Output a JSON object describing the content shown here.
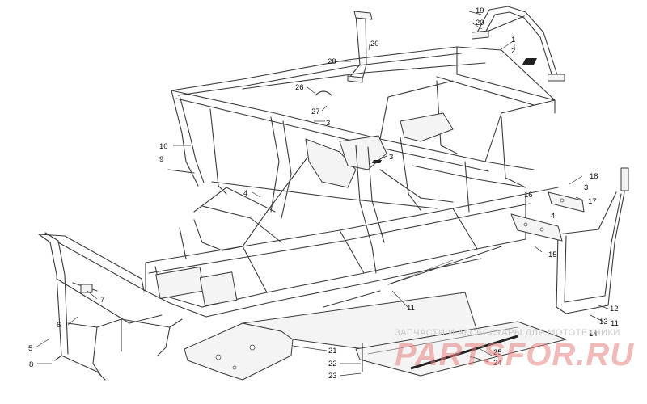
{
  "diagram": {
    "callouts": [
      {
        "num": "1"
      },
      {
        "num": "2"
      },
      {
        "num": "3"
      },
      {
        "num": "3"
      },
      {
        "num": "3"
      },
      {
        "num": "4"
      },
      {
        "num": "4"
      },
      {
        "num": "5"
      },
      {
        "num": "6"
      },
      {
        "num": "7"
      },
      {
        "num": "8"
      },
      {
        "num": "9"
      },
      {
        "num": "10"
      },
      {
        "num": "11"
      },
      {
        "num": "11"
      },
      {
        "num": "12"
      },
      {
        "num": "13"
      },
      {
        "num": "14"
      },
      {
        "num": "15"
      },
      {
        "num": "16"
      },
      {
        "num": "17"
      },
      {
        "num": "18"
      },
      {
        "num": "19"
      },
      {
        "num": "20"
      },
      {
        "num": "20"
      },
      {
        "num": "21"
      },
      {
        "num": "22"
      },
      {
        "num": "23"
      },
      {
        "num": "24"
      },
      {
        "num": "25"
      },
      {
        "num": "26"
      },
      {
        "num": "27"
      },
      {
        "num": "28"
      }
    ]
  },
  "watermark": {
    "tagline": "ЗАПЧАСТИ И АКСЕССУАРЫ ДЛЯ МОТОТЕХНИКИ",
    "brand": "PARTSFOR.RU"
  },
  "colors": {
    "line": "#3a3a3a",
    "watermark_brand": "#e88080",
    "watermark_tagline": "#c9c9c9"
  }
}
